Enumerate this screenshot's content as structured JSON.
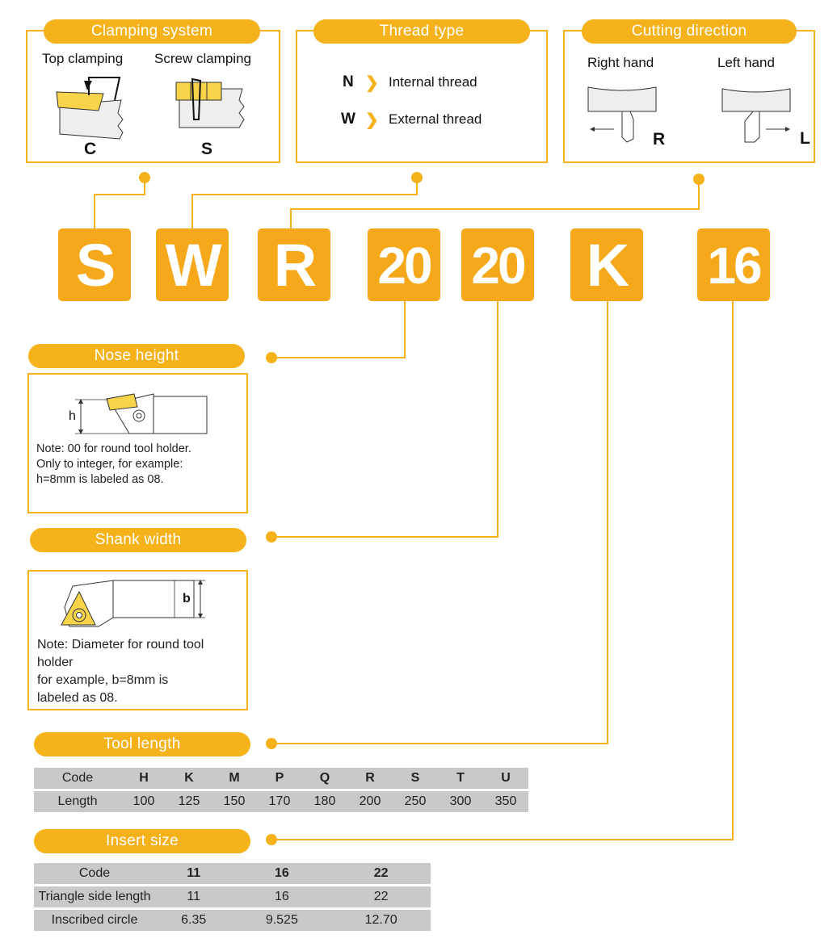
{
  "clamping": {
    "title": "Clamping system",
    "top_label": "Top clamping",
    "screw_label": "Screw clamping",
    "top_code": "C",
    "screw_code": "S"
  },
  "thread": {
    "title": "Thread type",
    "items": [
      {
        "code": "N",
        "label": "Internal thread"
      },
      {
        "code": "W",
        "label": "External thread"
      }
    ]
  },
  "cutting": {
    "title": "Cutting direction",
    "right_label": "Right hand",
    "left_label": "Left hand",
    "right_code": "R",
    "left_code": "L"
  },
  "codes": [
    "S",
    "W",
    "R",
    "20",
    "20",
    "K",
    "16"
  ],
  "nose": {
    "title": "Nose height",
    "dim": "h",
    "note": [
      "Note: 00 for round tool holder.",
      "Only to integer, for example:",
      "h=8mm is labeled as 08."
    ]
  },
  "shank": {
    "title": "Shank width",
    "dim": "b",
    "note": [
      "Note: Diameter for round tool",
      "holder",
      "for example, b=8mm is",
      "labeled as 08."
    ]
  },
  "tool_length": {
    "title": "Tool length",
    "row_labels": [
      "Code",
      "Length"
    ],
    "codes": [
      "H",
      "K",
      "M",
      "P",
      "Q",
      "R",
      "S",
      "T",
      "U"
    ],
    "lengths": [
      "100",
      "125",
      "150",
      "170",
      "180",
      "200",
      "250",
      "300",
      "350"
    ]
  },
  "insert_size": {
    "title": "Insert size",
    "row_labels": [
      "Code",
      "Triangle side length",
      "Inscribed circle"
    ],
    "codes": [
      "11",
      "16",
      "22"
    ],
    "side": [
      "11",
      "16",
      "22"
    ],
    "circle": [
      "6.35",
      "9.525",
      "12.70"
    ]
  },
  "colors": {
    "accent": "#f5b21a",
    "code_bg": "#f5a81a",
    "table_bg": "#c9c9c9",
    "insert_yellow": "#f7d44a"
  }
}
